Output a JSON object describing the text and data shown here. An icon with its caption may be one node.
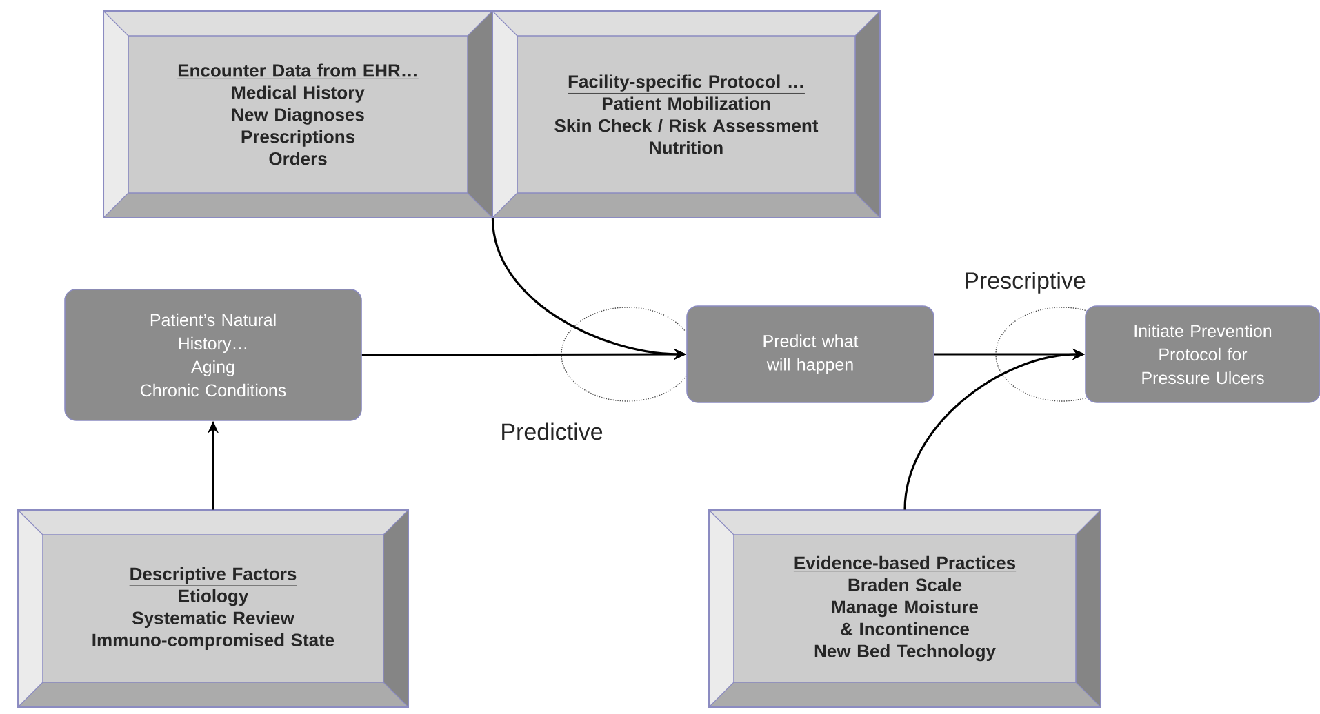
{
  "diagram": {
    "nodes": [
      {
        "text": [
          "Encounter Data from EHR…",
          "Medical History",
          "New Diagnoses",
          "Prescriptions",
          "Orders"
        ]
      },
      {
        "text": [
          "Facility-specific Protocol …",
          "Patient Mobilization",
          "Skin Check / Risk Assessment",
          "Nutrition"
        ]
      },
      {
        "text": [
          "Patient’s Natural History…",
          "Aging",
          "Chronic Conditions"
        ]
      },
      {
        "text": [
          "Predict what will happen"
        ]
      },
      {
        "text": [
          "Initiate Prevention Protocol for Pressure Ulcers"
        ]
      },
      {
        "text": [
          "Descriptive Factors",
          "Etiology",
          "Systematic Review",
          "Immuno-compromised State"
        ]
      },
      {
        "text": [
          "Evidence-based Practices",
          "Braden Scale",
          "Manage Moisture & Incontinence",
          "New Bed Technology"
        ]
      }
    ],
    "edges": [
      {
        "from": 0,
        "to": 3,
        "arrow": "to"
      },
      {
        "from": 2,
        "to": 3,
        "arrow": "to"
      },
      {
        "from": 3,
        "to": 4,
        "arrow": "to"
      },
      {
        "from": 6,
        "to": 4,
        "arrow": "to"
      },
      {
        "from": 5,
        "to": 2,
        "arrow": "to"
      }
    ],
    "labels": [
      "Prescriptive",
      "Predictive"
    ]
  }
}
